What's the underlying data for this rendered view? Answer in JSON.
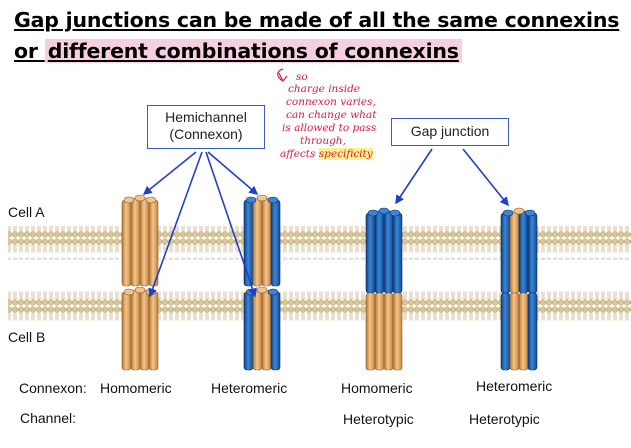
{
  "title": {
    "line1": "Gap junctions can be made of all the same connexins",
    "line2_prefix": "or ",
    "line2_highlight": "different combinations of connexins"
  },
  "annotation": {
    "lines": [
      "so",
      "charge inside",
      "connexon varies,",
      "can change what",
      "is allowed to pass",
      "through,"
    ],
    "last_prefix": "affects ",
    "last_highlight": "specificity",
    "color": "#d21f3c"
  },
  "callouts": {
    "hemichannel_line1": "Hemichannel",
    "hemichannel_line2": "(Connexon)",
    "gap_junction": "Gap junction"
  },
  "membranes": {
    "top": "Cell A",
    "bottom": "Cell B"
  },
  "rows": {
    "connexon_label": "Connexon:",
    "channel_label": "Channel:",
    "connexon_types": [
      "Homomeric",
      "Heteromeric",
      "Homomeric",
      "Heteromeric"
    ],
    "channel_types": [
      "Heterotypic",
      "Heterotypic"
    ]
  },
  "colors": {
    "orange_connexin": "#e3a764",
    "blue_connexin": "#1f62b5",
    "callout_border": "#3a5bbf",
    "arrow": "#2140c8"
  }
}
